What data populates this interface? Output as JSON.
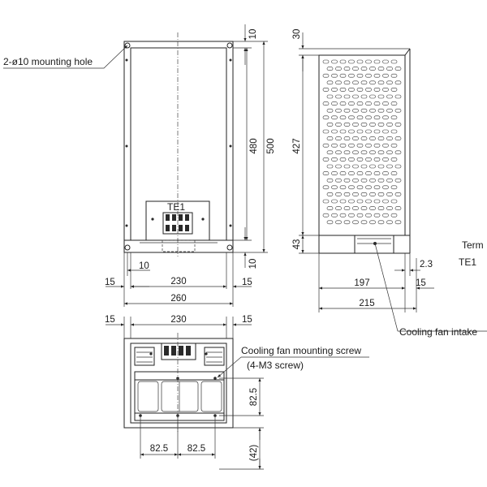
{
  "labels": {
    "mounting_hole": "2-ø10 mounting hole",
    "te1_front": "TE1",
    "term_partial": "Term",
    "te1_right": "TE1",
    "cooling_fan_intake": "Cooling fan intake",
    "fan_screw_line1": "Cooling fan mounting screw",
    "fan_screw_line2": "(4-M3 screw)"
  },
  "dimensions": {
    "front_top_margin": "10",
    "front_height_480": "480",
    "front_height_500": "500",
    "front_bottom_margin": "10",
    "front_hole_offset": "10",
    "front_left_15": "15",
    "front_width_230": "230",
    "front_right_15": "15",
    "front_total_260": "260",
    "side_top_30": "30",
    "side_height_427": "427",
    "side_bottom_43": "43",
    "side_2_3": "2.3",
    "side_197": "197",
    "side_15": "15",
    "side_215": "215",
    "bottom_left_15": "15",
    "bottom_width_230": "230",
    "bottom_right_15": "15",
    "bottom_82_5_vertical": "82.5",
    "bottom_42": "(42)",
    "bottom_82_5_left": "82.5",
    "bottom_82_5_right": "82.5"
  }
}
